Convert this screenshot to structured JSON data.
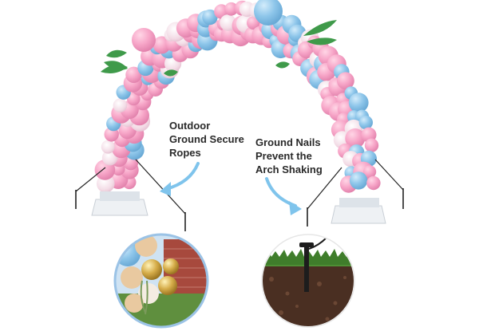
{
  "callouts": {
    "left_lines": [
      "Outdoor",
      "Ground Secure",
      "Ropes"
    ],
    "right_lines": [
      "Ground Nails",
      "Prevent the",
      "Arch Shaking"
    ]
  },
  "colors": {
    "balloon_pink": "#f7a6c8",
    "balloon_blue": "#8ec6ea",
    "confetti_balloon": "#f3dce6",
    "arrow_blue": "#7fc4ec",
    "leaf_green": "#3f9a4a",
    "base_white": "#eef1f4",
    "soil": "#4a2f22",
    "grass": "#4e8f35"
  },
  "icons": [
    "leaf-icon",
    "arrow-icon",
    "ground-nail-icon",
    "rope-icon"
  ]
}
